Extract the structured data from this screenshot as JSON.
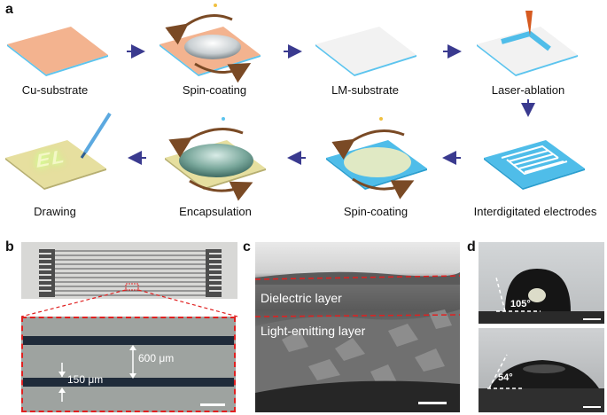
{
  "panels": {
    "a": {
      "letter": "a",
      "steps_row1": [
        "Cu-substrate",
        "Spin-coating",
        "LM-substrate",
        "Laser-ablation"
      ],
      "steps_row2": [
        "Drawing",
        "Encapsulation",
        "Spin-coating",
        "Interdigitated electrodes"
      ],
      "drawn_text": "EL"
    },
    "b": {
      "letter": "b",
      "label_600": "600 μm",
      "label_150": "150 μm"
    },
    "c": {
      "letter": "c",
      "label_dielectric": "Dielectric layer",
      "label_light": "Light-emitting layer"
    },
    "d": {
      "letter": "d",
      "angle_top": "105°",
      "angle_bottom": "54°"
    }
  },
  "colors": {
    "copper": "#f3b38f",
    "blue_edge": "#5cc4ee",
    "electrode_blue": "#4fbde9",
    "yellow": "#e6df9f",
    "arrow": "#3a3a8f",
    "rotation": "#7a4a25",
    "red_dash": "#e02020"
  }
}
